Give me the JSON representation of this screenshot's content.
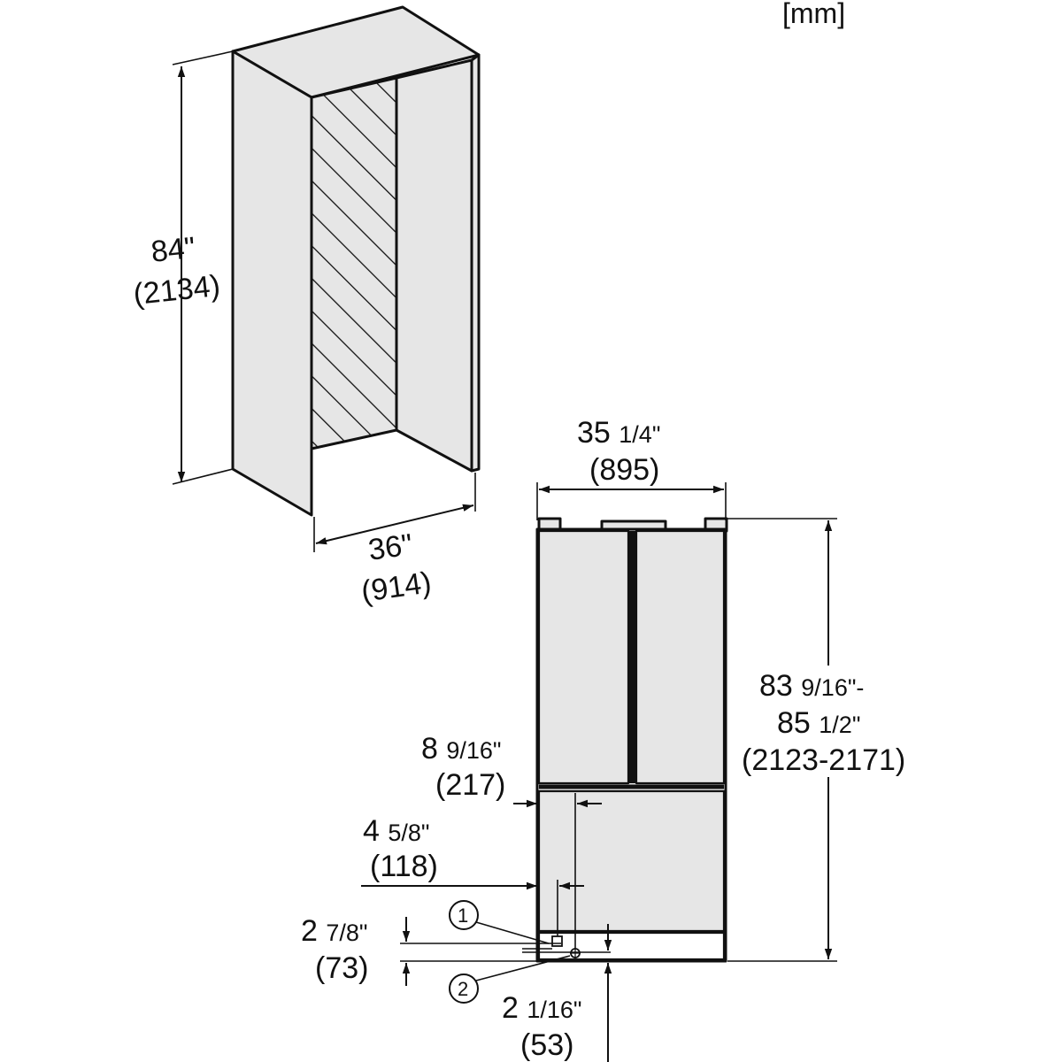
{
  "unit_label": "[mm]",
  "niche": {
    "height_in": "84\"",
    "height_mm": "(2134)",
    "width_in": "36\"",
    "width_mm": "(914)"
  },
  "appliance": {
    "width_in_whole": "35",
    "width_in_frac": "1/4\"",
    "width_mm": "(895)",
    "height_line1_whole": "83",
    "height_line1_frac": "9/16\"-",
    "height_line2_whole": "85",
    "height_line2_frac": "1/2\"",
    "height_mm": "(2123-2171)",
    "dim_a_whole": "8",
    "dim_a_frac": "9/16\"",
    "dim_a_mm": "(217)",
    "dim_b_whole": "4",
    "dim_b_frac": "5/8\"",
    "dim_b_mm": "(118)",
    "dim_c_whole": "2",
    "dim_c_frac": "7/8\"",
    "dim_c_mm": "(73)",
    "dim_d_whole": "2",
    "dim_d_frac": "1/16\"",
    "dim_d_mm": "(53)"
  },
  "callouts": [
    "1",
    "2"
  ],
  "colors": {
    "panel_fill": "#e6e6e6",
    "line": "#111111",
    "background": "#ffffff"
  }
}
